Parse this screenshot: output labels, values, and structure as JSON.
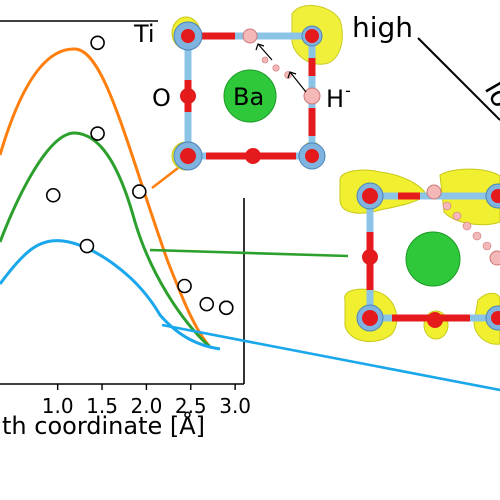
{
  "chart_data": {
    "type": "line",
    "xlabel": "th coordinate [Å]",
    "x_ticks": [
      "1.0",
      "1.5",
      "2.0",
      "2.5",
      "3.0"
    ],
    "xlim": [
      0.35,
      3.1
    ],
    "ylim": [
      0,
      1
    ],
    "series": [
      {
        "color": "#ff7f0e",
        "x": [
          1.45,
          2.9
        ],
        "y": [
          0.94,
          0.21
        ]
      },
      {
        "color": "#2ca02c",
        "x": [
          0.95,
          1.45,
          1.92,
          2.9
        ],
        "y": [
          0.52,
          0.69,
          0.53,
          0.21
        ]
      },
      {
        "color": "#1aa7ec",
        "x": [
          1.33,
          2.43,
          2.68,
          2.9
        ],
        "y": [
          0.38,
          0.27,
          0.22,
          0.21
        ]
      }
    ]
  },
  "labels": {
    "ti": "Ti",
    "o": "O",
    "ba": "Ba",
    "h": "H",
    "h_charge": "-",
    "high": "high",
    "low_partial": "lo"
  },
  "colors": {
    "orange": "#ff7f0e",
    "green": "#2ca02c",
    "blue": "#1aa7ec",
    "ba": "#2ec83a",
    "ti": "#7fb4e0",
    "o": "#e41a1c",
    "h": "#f4b8b8",
    "isosurface": "#f0f030",
    "bond_o": "#e41a1c",
    "bond_ti": "#8cc4e8"
  }
}
